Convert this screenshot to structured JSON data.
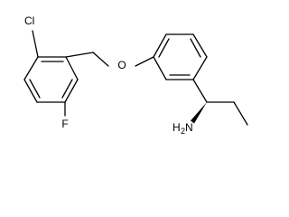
{
  "molecule": {
    "atoms": {
      "chlorine": "Cl",
      "oxygen": "O",
      "fluorine": "F",
      "amine": {
        "symbol_h": "H",
        "subscript": "2",
        "symbol_n": "N"
      }
    },
    "stereo_bond": "solid wedge",
    "colors": {
      "bonds": "#000000",
      "labels": "#000000",
      "background": "#ffffff"
    }
  }
}
